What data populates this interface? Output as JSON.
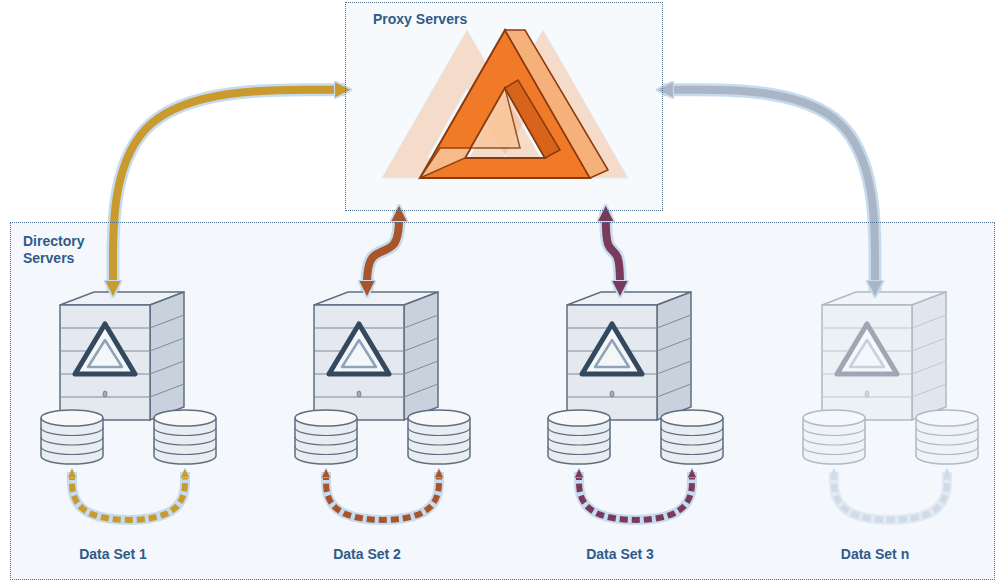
{
  "diagram": {
    "nodes": [
      {
        "text": [
          "Proxy Servers"
        ]
      },
      {
        "text": [
          "Directory Servers"
        ]
      },
      {
        "text": [
          "Data Set 1"
        ],
        "in": 1
      },
      {
        "text": [
          "Data Set 2"
        ],
        "in": 1
      },
      {
        "text": [
          "Data Set 3"
        ],
        "in": 1
      },
      {
        "text": [
          "Data Set n"
        ],
        "in": 1
      }
    ],
    "edges": [
      {
        "from": 2,
        "to": 0,
        "arrow": "both"
      },
      {
        "from": 3,
        "to": 0,
        "arrow": "both"
      },
      {
        "from": 4,
        "to": 0,
        "arrow": "both"
      },
      {
        "from": 5,
        "to": 0,
        "arrow": "both"
      }
    ]
  }
}
